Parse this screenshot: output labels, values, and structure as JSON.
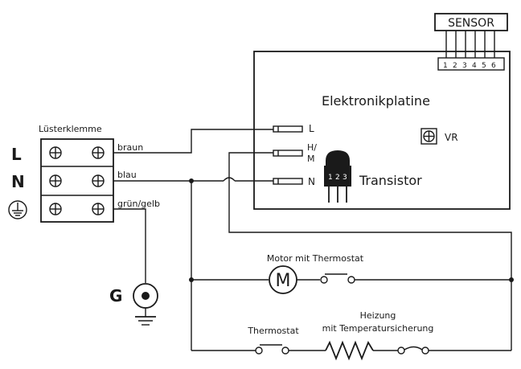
{
  "sensor": {
    "title": "SENSOR",
    "pins": [
      "1",
      "2",
      "3",
      "4",
      "5",
      "6"
    ]
  },
  "board": {
    "title": "Elektronikplatine",
    "vr_label": "VR",
    "terminal_l": "L",
    "terminal_hm_top": "H/",
    "terminal_hm_bottom": "M",
    "terminal_n": "N"
  },
  "transistor": {
    "label": "Transistor",
    "pins": [
      "1",
      "2",
      "3"
    ]
  },
  "terminal_block": {
    "title": "Lüsterklemme",
    "row_labels": {
      "l": "L",
      "n": "N"
    }
  },
  "wires": {
    "brown": "braun",
    "blue": "blau",
    "green_yellow": "grün/gelb"
  },
  "ground": {
    "label": "G"
  },
  "components": {
    "motor_symbol": "M",
    "motor_label": "Motor mit Thermostat",
    "thermostat_label": "Thermostat",
    "heater_label_1": "Heizung",
    "heater_label_2": "mit Temperatursicherung"
  }
}
